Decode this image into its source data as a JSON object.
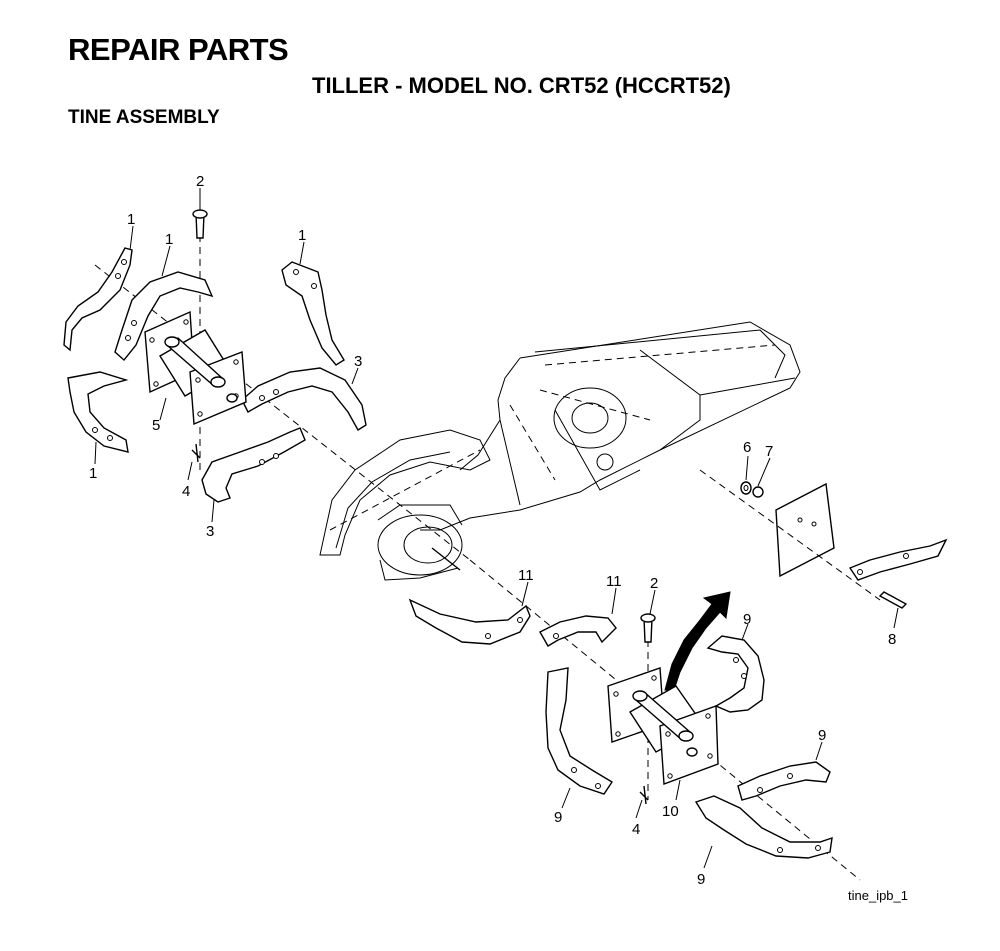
{
  "header": {
    "title": "REPAIR PARTS",
    "subtitle": "TILLER - MODEL NO. CRT52 (HCCRT52)",
    "section": "TINE ASSEMBLY"
  },
  "callouts": {
    "c1a": "1",
    "c1b": "1",
    "c1c": "1",
    "c1d": "1",
    "c2a": "2",
    "c2b": "2",
    "c3a": "3",
    "c3b": "3",
    "c4a": "4",
    "c4b": "4",
    "c5": "5",
    "c6": "6",
    "c7": "7",
    "c8": "8",
    "c9a": "9",
    "c9b": "9",
    "c9c": "9",
    "c9d": "9",
    "c10": "10",
    "c11a": "11",
    "c11b": "11"
  },
  "figure_ref": "tine_ipb_1"
}
